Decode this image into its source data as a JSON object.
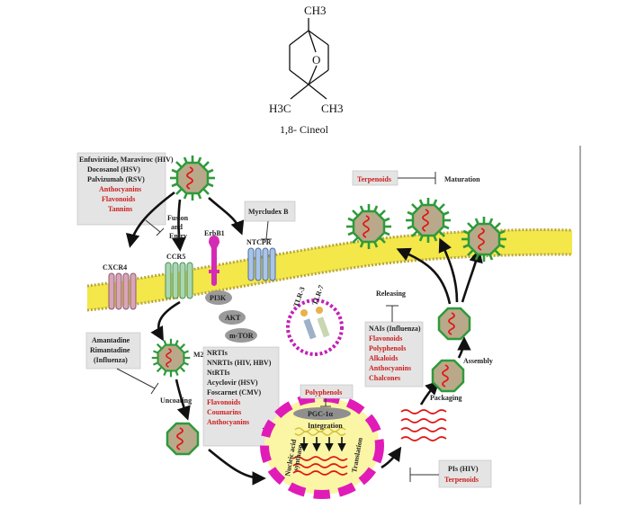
{
  "structure": {
    "methyl_top": "CH3",
    "methyl_left": "H3C",
    "methyl_right": "CH3",
    "oxygen": "O",
    "caption": "1,8- Cineol"
  },
  "diagram": {
    "entry_inhibitors": {
      "lines": [
        "Enfuviritide, Maraviroc (HIV)",
        "Docosanol (HSV)",
        "Palvizumab (RSV)"
      ],
      "red_lines": [
        "Anthocyanins",
        "Flavonoids",
        "Tannins"
      ]
    },
    "fusion_entry": [
      "Fusion",
      "and",
      "Entry"
    ],
    "receptors": {
      "cxcr4": "CXCR4",
      "ccr5": "CCR5",
      "erbb1": "ErbB1",
      "ntcpr": "NTCPR"
    },
    "myrcludex": "Myrcludex B",
    "signaling": {
      "pi3k": "PI3K",
      "akt": "AKT",
      "mtor": "m-TOR"
    },
    "tlr": {
      "tlr3": "TLR-3",
      "tlr7": "TLR-7"
    },
    "uncoating_inhibitors": [
      "Amantadine",
      "Rimantadine",
      "(Influenza)"
    ],
    "uncoating": "Uncoating",
    "m2_label": "M2+",
    "rt_inhibitors": {
      "lines": [
        "NRTIs",
        "NNRTIs (HIV, HBV)",
        "NtRTIs",
        "Acyclovir (HSV)",
        "Foscarnet (CMV)"
      ],
      "red_lines": [
        "Flavonoids",
        "Coumarins",
        "Anthocyanins"
      ]
    },
    "polyphenols": "Polyphenols",
    "pgc": "PGC-1α",
    "integration": "Integration",
    "nucleic_acid": [
      "Nucleic acid",
      "synthase"
    ],
    "translation": "Translation",
    "maturation_inhibitor": "Terpenoids",
    "maturation": "Maturation",
    "releasing": "Releasing",
    "release_inhibitors": {
      "lines": [
        "NAIs (Influenza)"
      ],
      "red_lines": [
        "Flavonoids",
        "Polyphenols",
        "Alkaloids",
        "Anthocyanins",
        "Chalcones"
      ]
    },
    "assembly": "Assembly",
    "packaging": "Packaging",
    "protease_inhibitors": {
      "lines": [
        "PIs (HIV)"
      ],
      "red_lines": [
        "Terpenoids"
      ]
    }
  },
  "colors": {
    "membrane": "#f3e74a",
    "virus_body": "#b9a98a",
    "virus_spikes": "#2e9a3a",
    "rna": "#e01616",
    "cell_ring": "#e01bb8",
    "text_red": "#cc1f1f"
  }
}
